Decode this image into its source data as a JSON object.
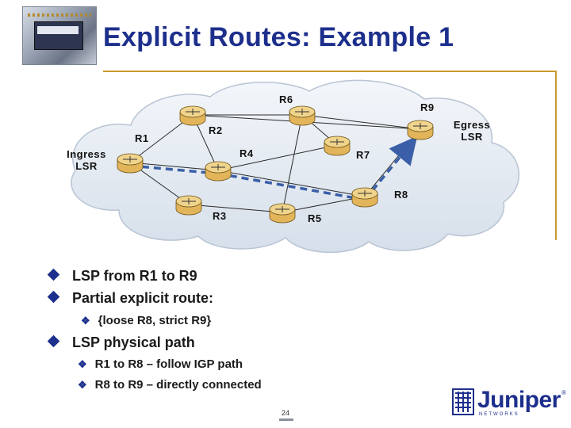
{
  "slide": {
    "title": "Explicit Routes: Example 1",
    "page_number": "24"
  },
  "diagram": {
    "routers": [
      {
        "id": "R1",
        "label": "R1"
      },
      {
        "id": "R2",
        "label": "R2"
      },
      {
        "id": "R3",
        "label": "R3"
      },
      {
        "id": "R4",
        "label": "R4"
      },
      {
        "id": "R5",
        "label": "R5"
      },
      {
        "id": "R6",
        "label": "R6"
      },
      {
        "id": "R7",
        "label": "R7"
      },
      {
        "id": "R8",
        "label": "R8"
      },
      {
        "id": "R9",
        "label": "R9"
      }
    ],
    "ingress_label_line1": "Ingress",
    "ingress_label_line2": "LSR",
    "egress_label_line1": "Egress",
    "egress_label_line2": "LSR",
    "links": [
      [
        "R1",
        "R2"
      ],
      [
        "R1",
        "R4"
      ],
      [
        "R1",
        "R3"
      ],
      [
        "R2",
        "R6"
      ],
      [
        "R2",
        "R4"
      ],
      [
        "R2",
        "R9"
      ],
      [
        "R6",
        "R9"
      ],
      [
        "R6",
        "R5"
      ],
      [
        "R6",
        "R7"
      ],
      [
        "R4",
        "R7"
      ],
      [
        "R4",
        "R8"
      ],
      [
        "R3",
        "R5"
      ],
      [
        "R5",
        "R8"
      ],
      [
        "R8",
        "R9"
      ]
    ],
    "lsp_path": [
      "R1",
      "R4",
      "R8",
      "R9"
    ]
  },
  "bullets": {
    "item1": "LSP from R1 to R9",
    "item2": "Partial explicit route:",
    "item2_sub": "{loose R8, strict R9}",
    "item3": "LSP physical path",
    "item3_sub1": "R1 to R8  –  follow IGP path",
    "item3_sub2": "R8 to R9 –  directly connected"
  },
  "logo": {
    "word": "Juniper",
    "sub": "NETWORKS",
    "reg": "®"
  },
  "colors": {
    "title": "#1d2f8c",
    "accent_rule": "#c99a2f",
    "lsp_path": "#3a5fa8",
    "cloud": "#dfe6ef",
    "router_body": "#e3b55a"
  }
}
